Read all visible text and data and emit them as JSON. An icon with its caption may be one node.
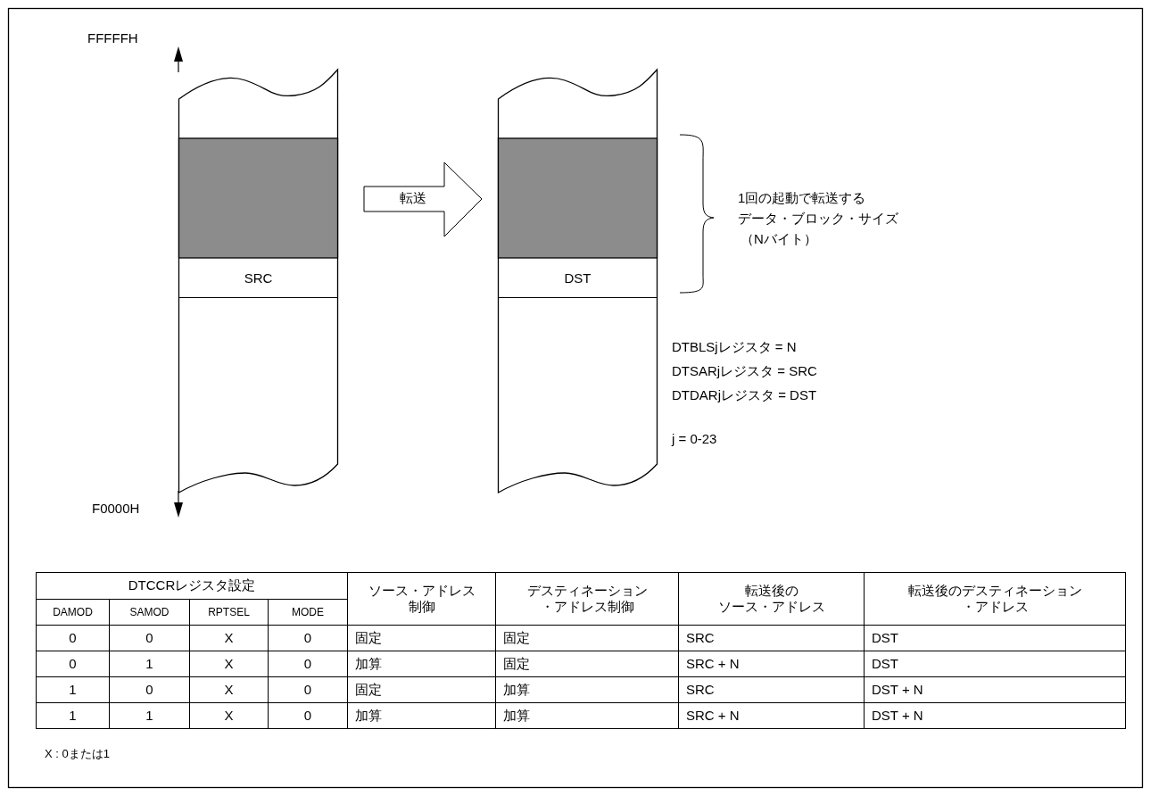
{
  "diagram": {
    "nodes": [
      {
        "text": [],
        "shape": "box"
      },
      {
        "text": [],
        "shape": "box",
        "in": 0
      },
      {
        "text": [
          "SRC"
        ],
        "in": 0
      },
      {
        "text": [],
        "shape": "box"
      },
      {
        "text": [],
        "shape": "box",
        "in": 3
      },
      {
        "text": [
          "DST"
        ],
        "in": 3
      }
    ],
    "edges": [
      {
        "from": 1,
        "to": 4,
        "arrow": "to",
        "label": "転送"
      }
    ],
    "labels": [
      "FFFFFH",
      "1回の起動で転送する",
      "データ・ブロック・サイズ",
      "（Nバイト）",
      "DTBLSjレジスタ = N",
      "DTSARjレジスタ = SRC",
      "DTDARjレジスタ = DST",
      "j = 0-23",
      "F0000H",
      "DTCCRレジスタ設定",
      "ソース・アドレス",
      "制御",
      "デスティネーション",
      "・アドレス制御",
      "転送後の",
      "ソース・アドレス",
      "転送後のデスティネーション",
      "・アドレス",
      "DAMOD",
      "SAMOD",
      "RPTSEL",
      "MODE",
      "0",
      "0",
      "X",
      "0",
      "固定",
      "固定",
      "SRC",
      "DST",
      "0",
      "1",
      "X",
      "0",
      "加算",
      "固定",
      "SRC + N",
      "DST",
      "1",
      "0",
      "X",
      "0",
      "固定",
      "加算",
      "SRC",
      "DST + N",
      "1",
      "1",
      "X",
      "0",
      "加算",
      "加算",
      "SRC + N",
      "DST + N",
      "X : 0または1"
    ]
  }
}
